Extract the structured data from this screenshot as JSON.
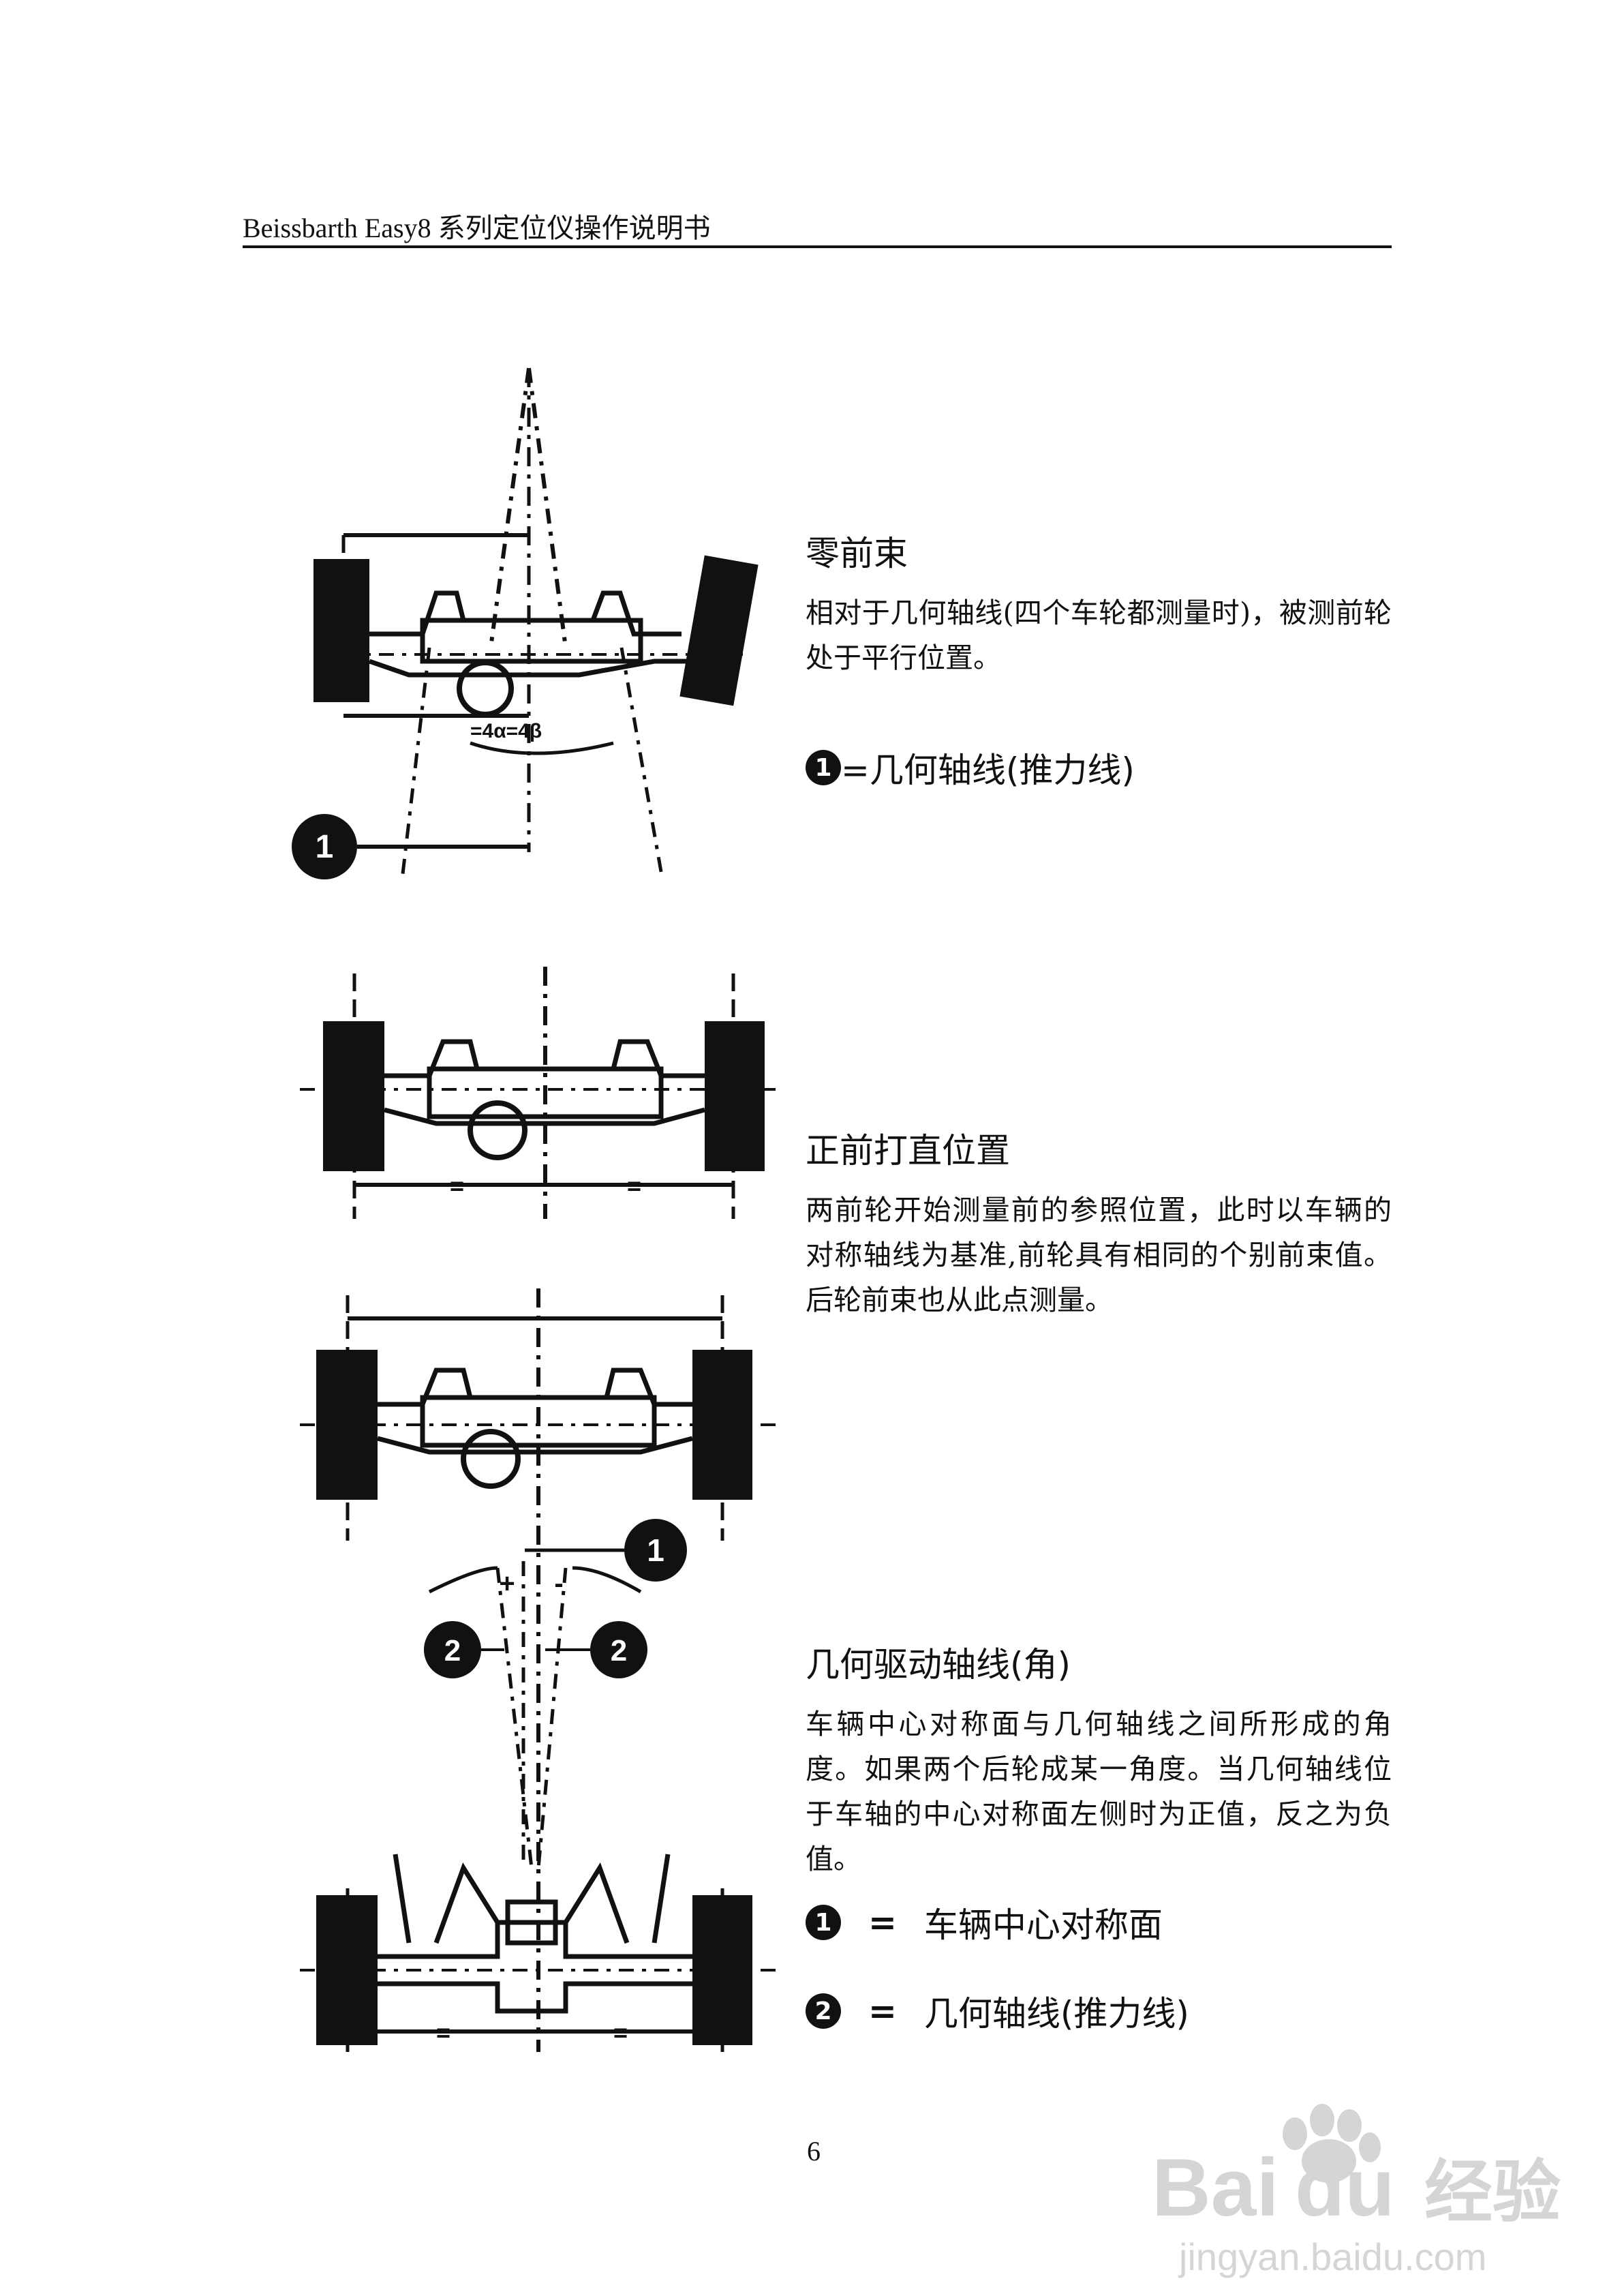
{
  "header": {
    "title": "Beissbarth Easy8 系列定位仪操作说明书"
  },
  "sections": [
    {
      "title": "零前束",
      "body": "相对于几何轴线(四个车轮都测量时)，被测前轮处于平行位置。",
      "legend": [
        {
          "number": "1",
          "text": "=几何轴线(推力线)"
        }
      ]
    },
    {
      "title": "正前打直位置",
      "body": "两前轮开始测量前的参照位置，此时以车辆的对称轴线为基准,前轮具有相同的个别前束值。后轮前束也从此点测量。"
    },
    {
      "title": "几何驱动轴线(角)",
      "body": "车辆中心对称面与几何轴线之间所形成的角度。如果两个后轮成某一角度。当几何轴线位于车轴的中心对称面左侧时为正值，反之为负值。",
      "legend": [
        {
          "number": "1",
          "eq": "=",
          "text": "车辆中心对称面"
        },
        {
          "number": "2",
          "eq": "=",
          "text": "几何轴线(推力线)"
        }
      ]
    }
  ],
  "diagrams": {
    "d1": {
      "badge": "1",
      "angle_label": "=4α=4β",
      "eq_mark": "="
    },
    "d2": {
      "eq_mark": "="
    },
    "d3": {
      "badge_1": "1",
      "badge_2": "2",
      "plus": "+",
      "minus": "-",
      "eq_mark": "="
    }
  },
  "footer": {
    "page_number": "6"
  },
  "watermark": {
    "brand": "Bai",
    "brand_2": "du",
    "product": "经验",
    "url": "jingyan.baidu.com"
  }
}
